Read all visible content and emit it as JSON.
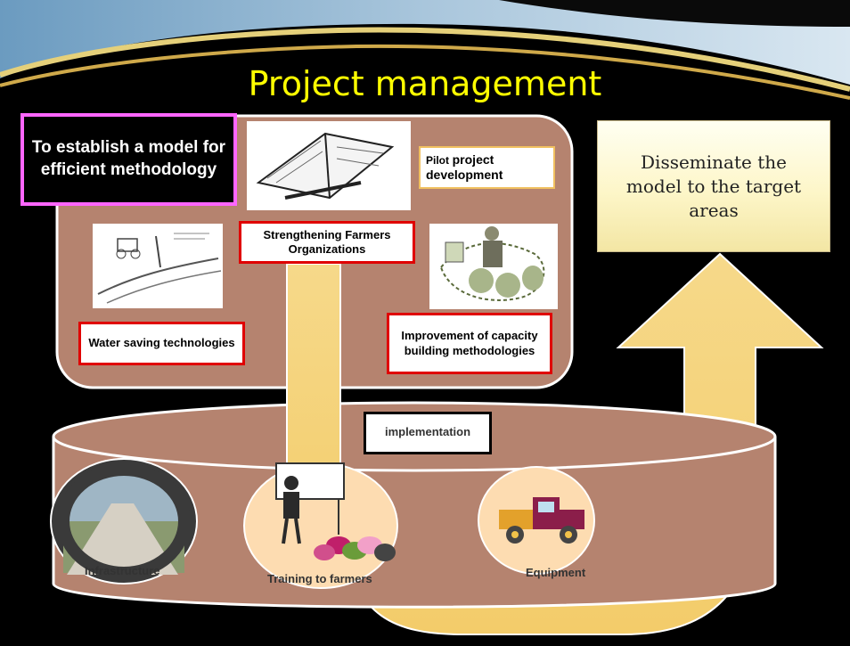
{
  "title": "Project management",
  "goal_text": "To establish a model for efficient methodology",
  "dissemination_text": "Disseminate the model to the target areas",
  "boxes": {
    "pilot_prefix": "Pilot",
    "pilot_rest": "project development",
    "strengthening": "Strengthening Farmers Organizations",
    "water_saving": "Water saving technologies",
    "capacity_building": "Improvement of capacity building methodologies",
    "implementation": "implementation"
  },
  "components": {
    "infrastructure": "Infrastructure",
    "training": "Training to farmers",
    "equipment": "Equipment"
  },
  "colors": {
    "background": "#000000",
    "title": "#ffff00",
    "panel": "#b5836f",
    "arrow": "#f7d77c",
    "box_border": "#e00000",
    "goal_border": "#ff66ff"
  },
  "icons": [
    "notebook-clipart",
    "irrigation-sketch-clipart",
    "meeting-clipart",
    "road-photo",
    "teacher-clipart",
    "pickup-truck-clipart"
  ]
}
